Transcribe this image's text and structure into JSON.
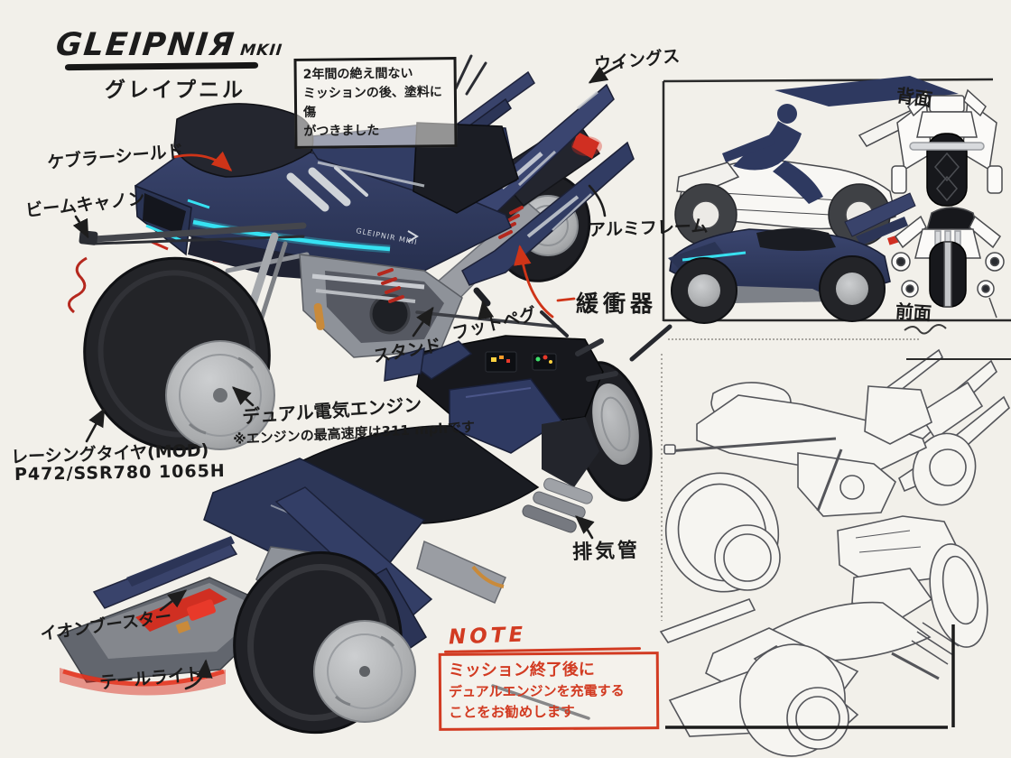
{
  "title": {
    "name": "GLEIPNIЯ",
    "variant": "MKII",
    "kana": "グレイプニル"
  },
  "top_note": {
    "lines": [
      "2年間の絶え間ない",
      "ミッションの後、塗料に傷",
      "がつきました"
    ]
  },
  "callouts": {
    "wings": "ウイングス",
    "kevlar_shield": "ケブラーシールド",
    "beam_cannon": "ビームキャノン",
    "aluminum_frame": "アルミフレーム",
    "shock_absorber": "緩衝器",
    "foot_peg": "フットペグ",
    "stand": "スタンド",
    "dual_engine": "デュアル電気エンジン",
    "dual_engine_note": "※エンジンの最高速度は311 mphです",
    "racing_tire": "レーシングタイヤ(MOD)",
    "tire_code": "P472/SSR780 1065H",
    "ion_booster": "イオンブースター",
    "tail_light": "テールライト",
    "exhaust_pipe": "排気管"
  },
  "views": {
    "rear": "背面",
    "front": "前面"
  },
  "note": {
    "heading": "NOTE",
    "lines": [
      "ミッション終了後に",
      "デュアルエンジンを充電する",
      "ことをお勧めします"
    ]
  },
  "body_decal": "GLEIPNIR MKII",
  "palette": {
    "paper": "#f2f0ea",
    "navy_body": "#2f3a5f",
    "dark_seat": "#1a1c22",
    "cyan_glow": "#36e2f2",
    "red_accent": "#d02f22",
    "annotation_red": "#d23b22",
    "ink": "#1c1c1c",
    "silver": "#9fa2a7"
  }
}
